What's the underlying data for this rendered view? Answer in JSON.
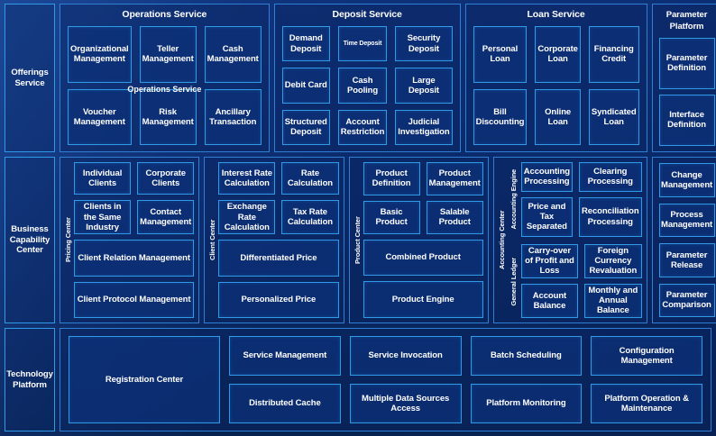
{
  "theme": {
    "background": "#0b2a6b",
    "border_accent": "#2e9ae8",
    "panel_border": "#2f7fd4",
    "text": "#ffffff"
  },
  "rows": {
    "offerings": {
      "rail_label": "Offerings\nService",
      "rail_label_line1": "Offerings",
      "rail_label_line2": "Service",
      "services": [
        {
          "title": "Operations Service",
          "overlay_title": "Operations Service",
          "items": [
            "Organizational Management",
            "Teller Management",
            "Cash Management",
            "Voucher Management",
            "Risk Management",
            "Ancillary Transaction"
          ]
        },
        {
          "title": "Deposit Service",
          "items": [
            "Demand Deposit",
            "Time Deposit",
            "Security Deposit",
            "Debit Card",
            "Cash Pooling",
            "Large Deposit",
            "Structured Deposit",
            "Account Restriction",
            "Judicial Investigation"
          ]
        },
        {
          "title": "Loan Service",
          "items": [
            "Personal Loan",
            "Corporate Loan",
            "Financing Credit",
            "Bill Discounting",
            "Online Loan",
            "Syndicated Loan"
          ]
        }
      ]
    },
    "business_capability": {
      "rail_label_line1": "Business",
      "rail_label_line2": "Capability",
      "rail_label_line3": "Center",
      "centers": [
        {
          "vertical_label": "Pricing Center",
          "pair_rows": [
            [
              "Individual Clients",
              "Corporate Clients"
            ],
            [
              "Clients in the Same Industry",
              "Contact Management"
            ]
          ],
          "wide_items": [
            "Client Relation Management",
            "Client Protocol Management"
          ]
        },
        {
          "vertical_label": "Client Center",
          "pair_rows": [
            [
              "Interest Rate Calculation",
              "Rate Calculation"
            ],
            [
              "Exchange Rate Calculation",
              "Tax Rate Calculation"
            ]
          ],
          "wide_items": [
            "Differentiated Price",
            "Personalized Price"
          ]
        },
        {
          "vertical_label": "Product Center",
          "pair_rows": [
            [
              "Product Definition",
              "Product Management"
            ],
            [
              "Basic Product",
              "Salable Product"
            ]
          ],
          "wide_items": [
            "Combined Product",
            "Product Engine"
          ]
        }
      ],
      "accounting_center": {
        "vertical_label": "Accounting Center",
        "groups": [
          {
            "vertical_label": "Accounting Engine",
            "items": [
              "Accounting Processing",
              "Clearing Processing",
              "Price and Tax Separated",
              "Reconciliation Processing"
            ]
          },
          {
            "vertical_label": "General Ledger",
            "items": [
              "Carry-over of Profit and Loss",
              "Foreign Currency Revaluation",
              "Account Balance",
              "Monthly and Annual Balance"
            ]
          }
        ]
      }
    },
    "technology_platform": {
      "rail_label_line1": "Technology",
      "rail_label_line2": "Platform",
      "registration_center": "Registration Center",
      "columns": [
        [
          "Service Management",
          "Distributed Cache"
        ],
        [
          "Service Invocation",
          "Multiple Data Sources Access"
        ],
        [
          "Batch Scheduling",
          "Platform Monitoring"
        ],
        [
          "Configuration Management",
          "Platform Operation & Maintenance"
        ]
      ]
    }
  },
  "parameter_platform": {
    "title_line1": "Parameter",
    "title_line2": "Platform",
    "upper_items": [
      "Parameter Definition",
      "Interface Definition"
    ],
    "lower_items": [
      "Change Management",
      "Process Management",
      "Parameter Release",
      "Parameter Comparison"
    ]
  }
}
